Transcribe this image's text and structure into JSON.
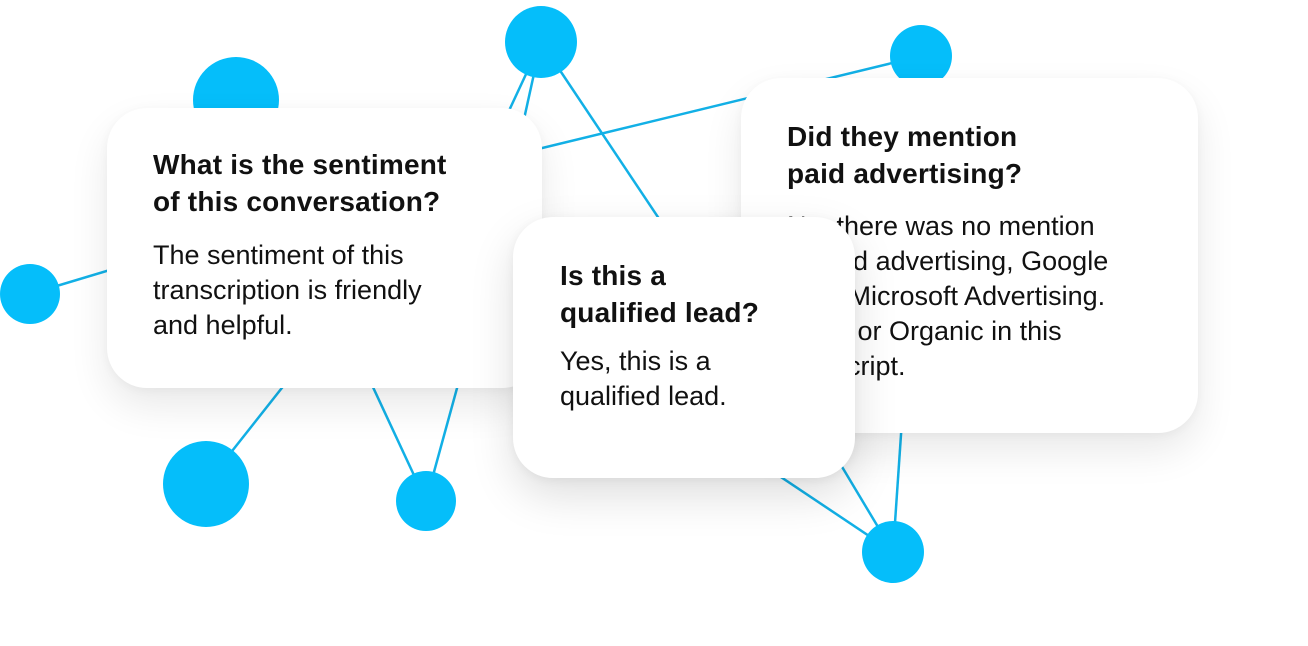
{
  "colors": {
    "node": "#05befa",
    "edge": "#12b0e6",
    "card_background": "#ffffff",
    "text": "#111111"
  },
  "cards": {
    "sentiment": {
      "question": "What is the sentiment\nof this conversation?",
      "answer": "The sentiment of this\ntranscription is friendly\nand helpful."
    },
    "advertising": {
      "question": "Did they mention\npaid advertising?",
      "answer": "No, there was no mention\nof paid advertising, Google\nAds, Microsoft Advertising.\nPPC, or Organic in this\ntranscript."
    },
    "lead": {
      "question": "Is this a\nqualified lead?",
      "answer": "Yes, this is a\nqualified lead."
    }
  }
}
